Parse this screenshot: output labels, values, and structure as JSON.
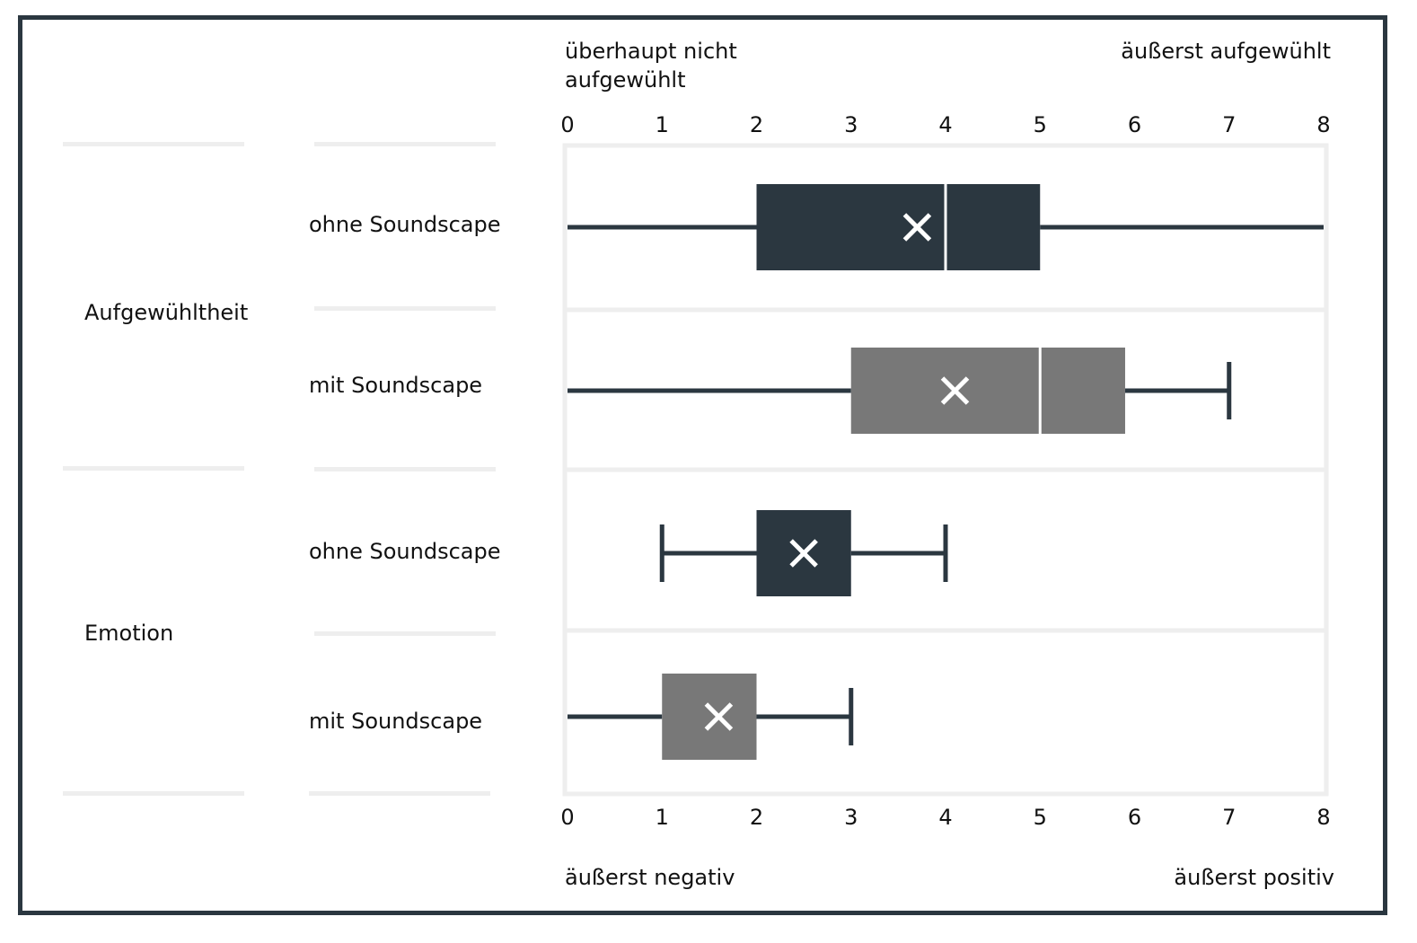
{
  "axis_labels": {
    "top_left": "überhaupt nicht\naufgewühlt",
    "top_right": "äußerst aufgewühlt",
    "bottom_left": "äußerst negativ",
    "bottom_right": "äußerst positiv"
  },
  "groups": [
    {
      "label": "Aufgewühltheit"
    },
    {
      "label": "Emotion"
    }
  ],
  "rows": [
    {
      "label": "ohne Soundscape"
    },
    {
      "label": "mit Soundscape"
    },
    {
      "label": "ohne Soundscape"
    },
    {
      "label": "mit Soundscape"
    }
  ],
  "colors": {
    "frame": "#2b3740",
    "dark": "#2b3740",
    "gray": "#787878",
    "mean_marker": "#ffffff",
    "grid": "#eeeeee"
  },
  "chart_data": {
    "type": "boxplot",
    "title": "",
    "xlim": [
      0,
      8
    ],
    "xticks": [
      0,
      1,
      2,
      3,
      4,
      5,
      6,
      7,
      8
    ],
    "grid": false,
    "series": [
      {
        "group": "Aufgewühltheit",
        "name": "ohne Soundscape",
        "min": 0,
        "q1": 2,
        "median": 4,
        "q3": 5,
        "max": 8,
        "mean": 3.7,
        "color": "#2b3740",
        "min_cap": false,
        "max_cap": false
      },
      {
        "group": "Aufgewühltheit",
        "name": "mit Soundscape",
        "min": 0,
        "q1": 3,
        "median": 5,
        "q3": 5.9,
        "max": 7,
        "mean": 4.1,
        "color": "#787878",
        "min_cap": false,
        "max_cap": true
      },
      {
        "group": "Emotion",
        "name": "ohne Soundscape",
        "min": 1,
        "q1": 2,
        "median": 2,
        "q3": 3,
        "max": 4,
        "mean": 2.5,
        "color": "#2b3740",
        "min_cap": true,
        "max_cap": true
      },
      {
        "group": "Emotion",
        "name": "mit Soundscape",
        "min": 0,
        "q1": 1,
        "median": 1,
        "q3": 2,
        "max": 3,
        "mean": 1.6,
        "color": "#787878",
        "min_cap": false,
        "max_cap": true
      }
    ]
  }
}
